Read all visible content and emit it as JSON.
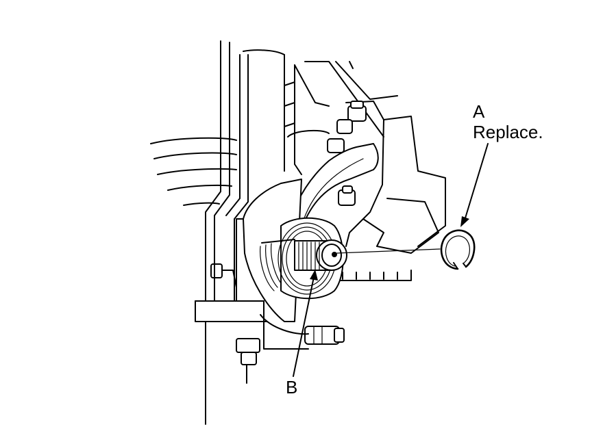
{
  "callouts": {
    "a_letter": "A",
    "a_note": "Replace.",
    "b_letter": "B"
  },
  "colors": {
    "ink": "#000000",
    "paper": "#ffffff"
  }
}
